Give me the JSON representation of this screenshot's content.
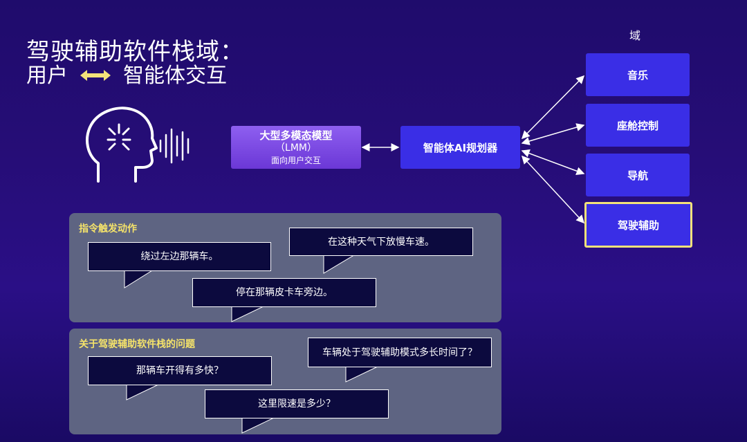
{
  "title": "驾驶辅助软件栈域：",
  "subtitle": {
    "left": "用户",
    "right": "智能体交互"
  },
  "lmm": {
    "line1": "大型多模态模型",
    "line2": "（LMM）",
    "line3": "面向用户交互"
  },
  "planner": {
    "label": "智能体AI规划器"
  },
  "domains": {
    "header": "域",
    "items": [
      "音乐",
      "座舱控制",
      "导航",
      "驾驶辅助"
    ],
    "active": "驾驶辅助"
  },
  "panels": {
    "trigger": {
      "title": "指令触发动作",
      "bubbles": [
        "绕过左边那辆车。",
        "在这种天气下放慢车速。",
        "停在那辆皮卡车旁边。"
      ]
    },
    "questions": {
      "title": "关于驾驶辅助软件栈的问题",
      "bubbles": [
        "那辆车开得有多快？",
        "车辆处于驾驶辅助模式多长时间了？",
        "这里限速是多少？"
      ]
    }
  },
  "colors": {
    "accent_yellow": "#f3e27a",
    "box_blue": "#3a2ee6",
    "lmm_purple": "#7e4fe6",
    "panel_gray": "#5e6482"
  }
}
